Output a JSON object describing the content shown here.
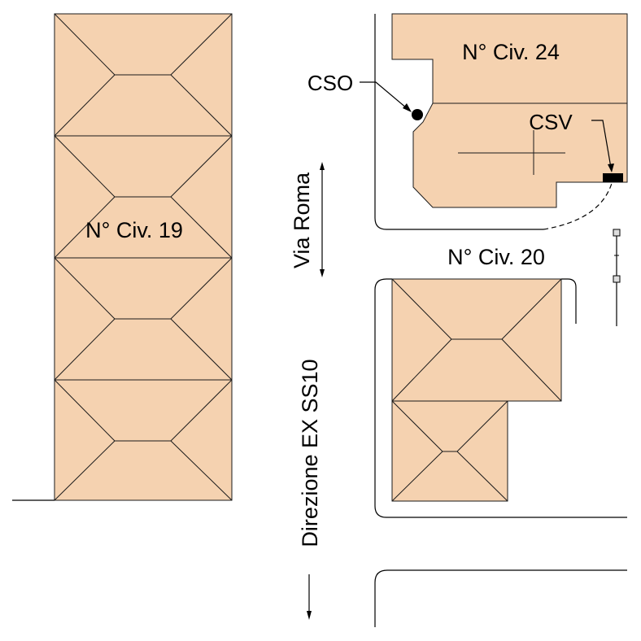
{
  "labels": {
    "building_19": "N° Civ. 19",
    "building_24": "N° Civ. 24",
    "building_20": "N° Civ. 20",
    "street_name": "Via Roma",
    "direction": "Direzione EX SS10",
    "cso": "CSO",
    "csv": "CSV"
  },
  "colors": {
    "building_fill": "#f5d2b0",
    "outline": "#1a1a1a",
    "marker": "#000000"
  }
}
